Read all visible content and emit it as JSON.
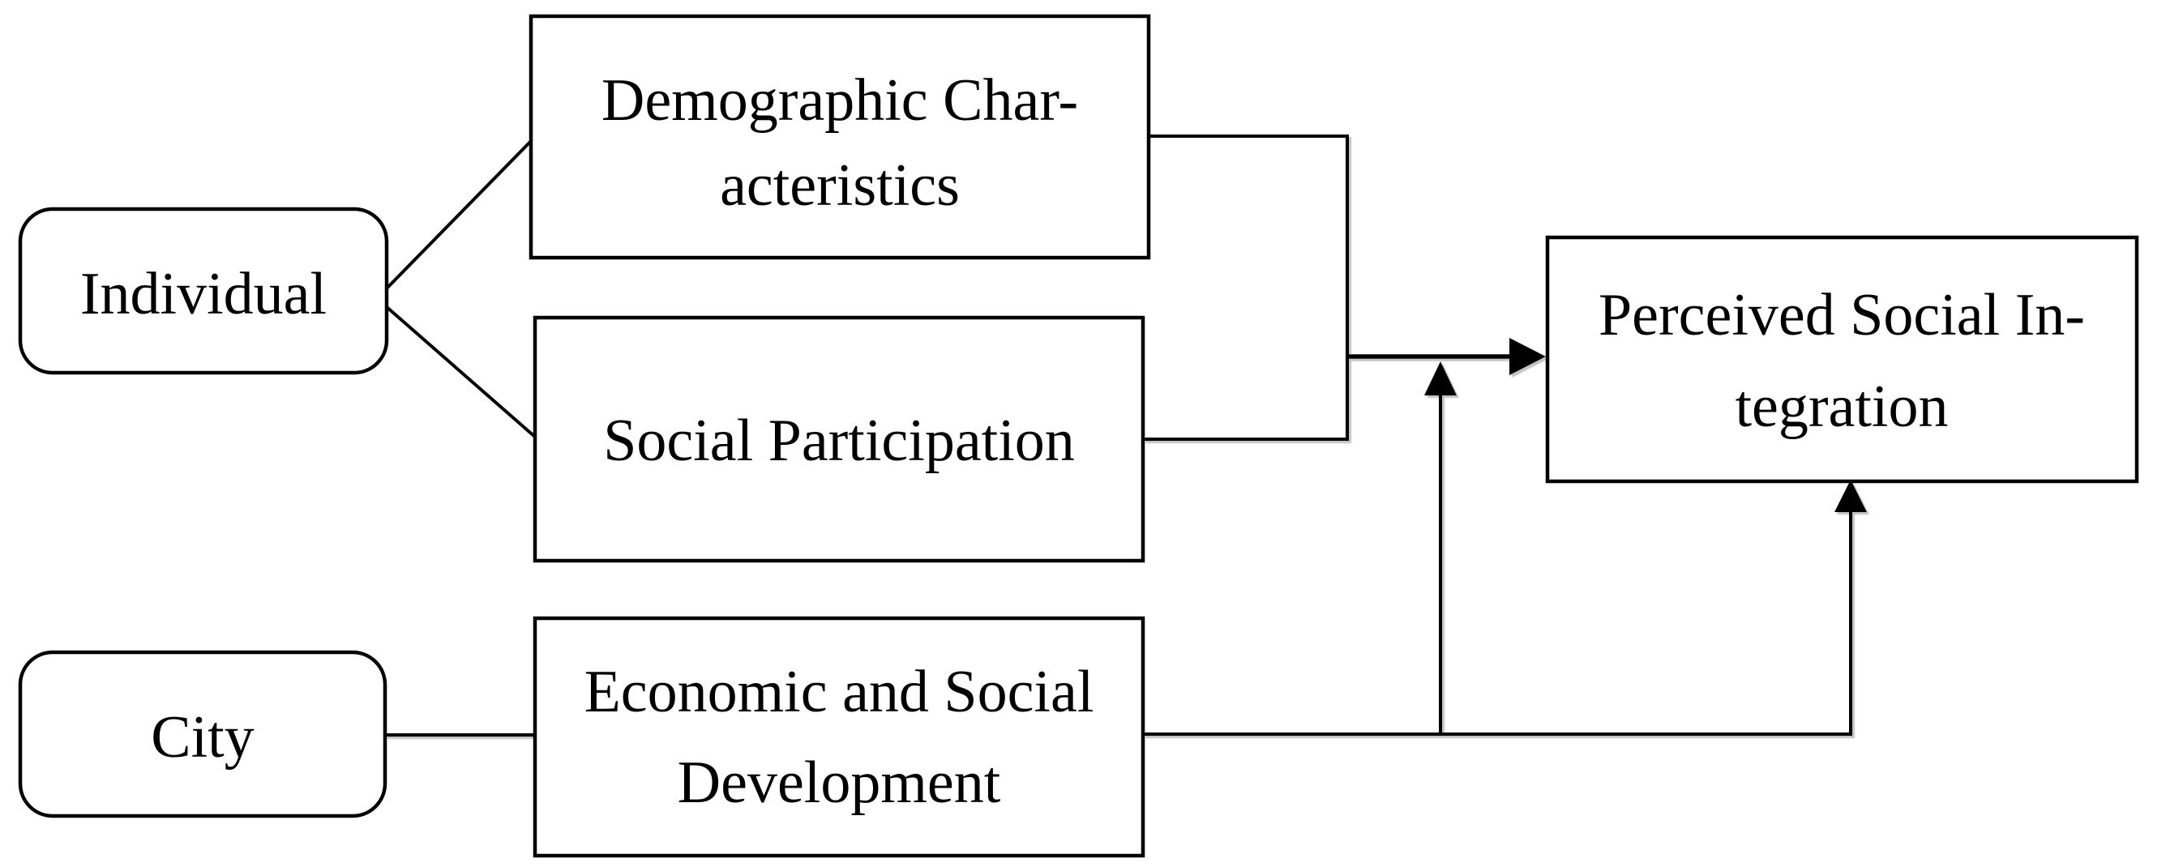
{
  "figure": {
    "type": "conceptual-model-diagram",
    "colors": {
      "background": "#ffffff",
      "stroke": "#000000",
      "text": "#000000",
      "shadow": "#bdbdbd"
    },
    "nodes": {
      "individual": {
        "label": "Individual",
        "shape": "rounded-rectangle",
        "lines": [
          "Individual"
        ]
      },
      "demographic": {
        "label": "Demographic Characteristics",
        "shape": "rectangle",
        "lines": [
          "Demographic Char-",
          "acteristics"
        ]
      },
      "social_participation": {
        "label": "Social Participation",
        "shape": "rectangle",
        "lines": [
          "Social Participation"
        ]
      },
      "city": {
        "label": "City",
        "shape": "rounded-rectangle",
        "lines": [
          "City"
        ]
      },
      "economic": {
        "label": "Economic and Social Development",
        "shape": "rectangle",
        "lines": [
          "Economic and Social",
          "Development"
        ]
      },
      "perceived": {
        "label": "Perceived Social Integration",
        "shape": "rectangle",
        "lines": [
          "Perceived Social In-",
          "tegration"
        ]
      }
    },
    "edges": [
      {
        "from": "Individual",
        "to": "Demographic Characteristics",
        "style": "plain-line"
      },
      {
        "from": "Individual",
        "to": "Social Participation",
        "style": "plain-line"
      },
      {
        "from": "Demographic Characteristics + Social Participation",
        "to": "Perceived Social Integration",
        "style": "arrow"
      },
      {
        "from": "City",
        "to": "Economic and Social Development",
        "style": "plain-line"
      },
      {
        "from": "Economic and Social Development",
        "to": "main arrow into Perceived Social Integration",
        "style": "arrow"
      },
      {
        "from": "Economic and Social Development",
        "to": "Perceived Social Integration (bottom)",
        "style": "arrow"
      }
    ]
  }
}
